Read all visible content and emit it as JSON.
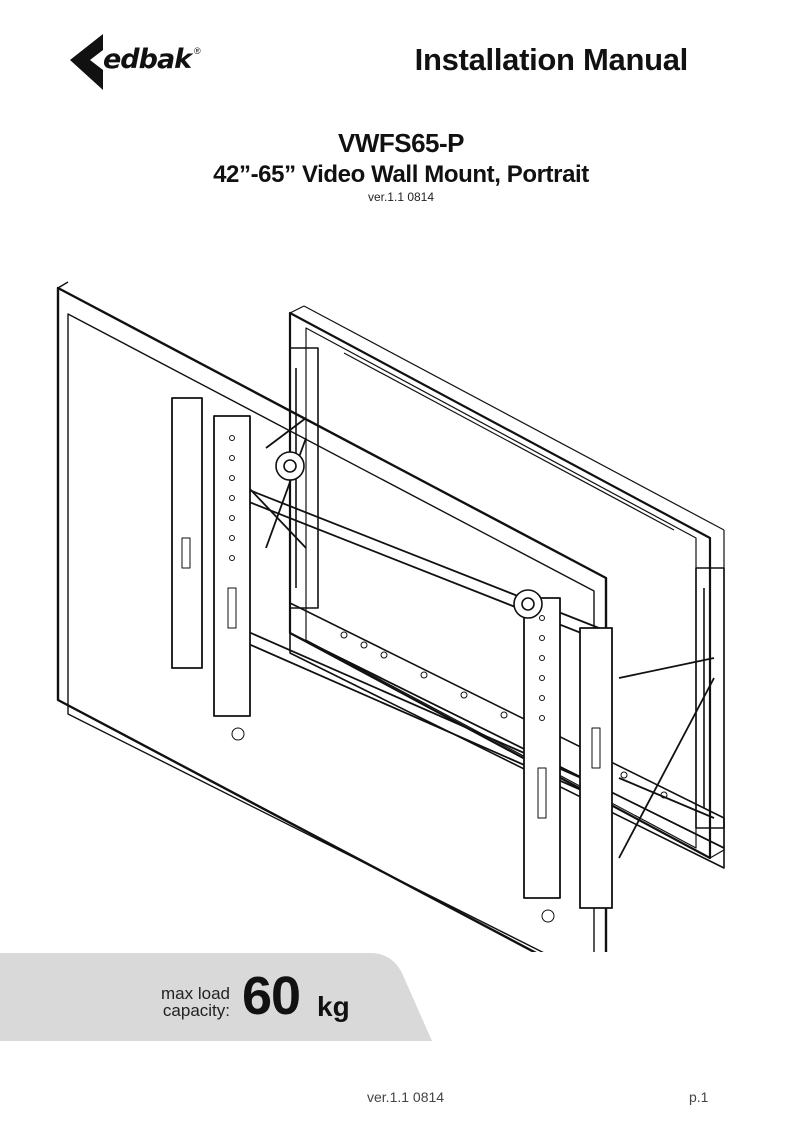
{
  "header": {
    "brand": "edbak",
    "brand_mark": "®",
    "title": "Installation Manual"
  },
  "product": {
    "model": "VWFS65-P",
    "description": "42”-65” Video Wall Mount, Portrait",
    "version": "ver.1.1 0814"
  },
  "illustration": {
    "icon": "video-wall-mount-drawing"
  },
  "load": {
    "label_line1": "max load",
    "label_line2": "capacity:",
    "value": "60",
    "unit": "kg",
    "badge_color": "#d9d9d9"
  },
  "footer": {
    "version": "ver.1.1 0814",
    "page": "p.1"
  }
}
